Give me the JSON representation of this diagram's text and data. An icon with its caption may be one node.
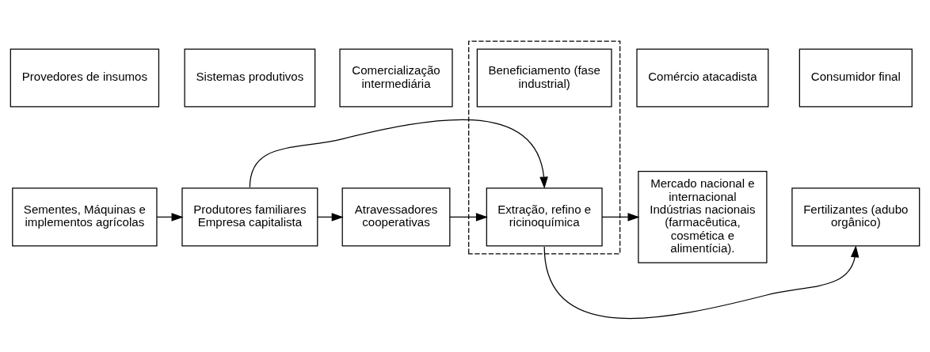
{
  "diagram": {
    "nodes": [
      {
        "text": [
          "Provedores de insumos"
        ]
      },
      {
        "text": [
          "Sistemas produtivos"
        ]
      },
      {
        "text": [
          "Comercialização intermediária"
        ]
      },
      {
        "text": [],
        "shape": "box"
      },
      {
        "text": [
          "Beneficiamento (fase industrial)"
        ],
        "in": 3
      },
      {
        "text": [
          "Comércio atacadista"
        ]
      },
      {
        "text": [
          "Consumidor final"
        ]
      },
      {
        "text": [
          "Sementes, Máquinas e implementos agrícolas"
        ]
      },
      {
        "text": [
          "Produtores familiares",
          "Empresa capitalista"
        ]
      },
      {
        "text": [
          "Atravessadores cooperativas"
        ]
      },
      {
        "text": [
          "Extração, refino e ricinoquímica"
        ],
        "in": 3
      },
      {
        "text": [
          "Mercado nacional e internacional",
          "Indústrias nacionais (farmacêutica, cosmética e alimentícia)."
        ]
      },
      {
        "text": [
          "Fertilizantes (adubo orgânico)"
        ]
      }
    ],
    "edges": [
      {
        "from": 7,
        "to": 8,
        "arrow": "to"
      },
      {
        "from": 8,
        "to": 9,
        "arrow": "to"
      },
      {
        "from": 9,
        "to": 10,
        "arrow": "to"
      },
      {
        "from": 10,
        "to": 11,
        "arrow": "to"
      },
      {
        "from": 8,
        "to": 10,
        "arrow": "to"
      },
      {
        "from": 10,
        "to": 12,
        "arrow": "to"
      }
    ]
  }
}
